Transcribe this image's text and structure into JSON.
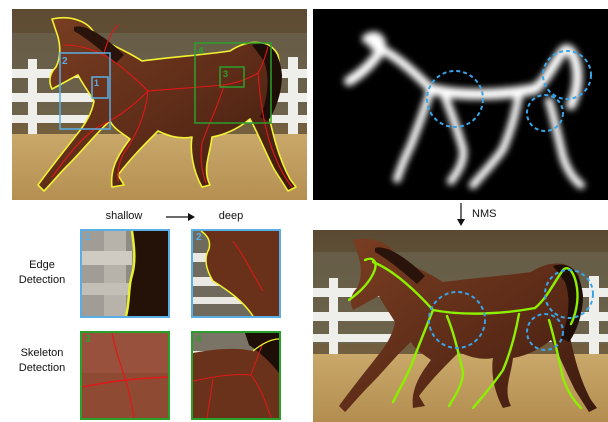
{
  "figure": {
    "scale_left": "shallow",
    "scale_right": "deep",
    "nms_label": "NMS",
    "row_edge_line1": "Edge",
    "row_edge_line2": "Detection",
    "row_skel_line1": "Skeleton",
    "row_skel_line2": "Detection",
    "box_labels": [
      "1",
      "2",
      "3",
      "4"
    ],
    "colors": {
      "edge_boxes": "#5aaee6",
      "skeleton_boxes": "#2aa02a",
      "edge_contour": "#f2f232",
      "skeleton_lines": "#e01818",
      "nms_skeleton": "#8cf000",
      "dashed_circles": "#3aa4e8"
    }
  }
}
